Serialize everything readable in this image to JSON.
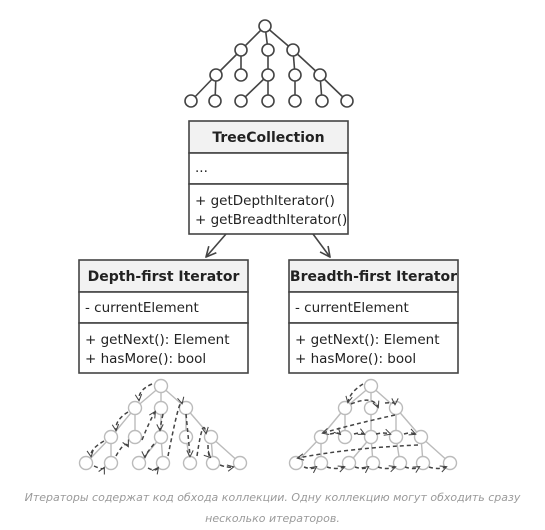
{
  "colors": {
    "stroke": "#444444",
    "box_fill": "#ffffff",
    "header_fill": "#f2f2f2",
    "light_tree": "#bbbbbb",
    "path": "#444444",
    "caption": "#9a9a9a"
  },
  "icons": {
    "top_tree": "tree-icon",
    "traversal_left": "depth-first-traversal-icon",
    "traversal_right": "breadth-first-traversal-icon"
  },
  "tree_collection": {
    "name": "TreeCollection",
    "fields": [
      "..."
    ],
    "methods": [
      "+ getDepthIterator()",
      "+ getBreadthIterator()"
    ]
  },
  "depth_iterator": {
    "name": "Depth-first Iterator",
    "fields": [
      "- currentElement"
    ],
    "methods": [
      "+ getNext(): Element",
      "+ hasMore(): bool"
    ]
  },
  "breadth_iterator": {
    "name": "Breadth-first Iterator",
    "fields": [
      "- currentElement"
    ],
    "methods": [
      "+ getNext(): Element",
      "+ hasMore(): bool"
    ]
  },
  "caption": {
    "line1": "Итераторы содержат код обхода коллекции. Одну коллекцию могут обходить сразу",
    "line2": "несколько итераторов."
  }
}
